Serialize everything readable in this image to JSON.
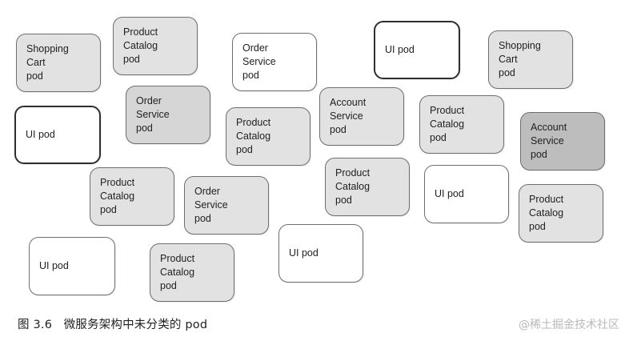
{
  "diagram": {
    "pods": [
      {
        "label": "Shopping\nCart\npod",
        "shade": "light"
      },
      {
        "label": "Product\nCatalog\npod",
        "shade": "light"
      },
      {
        "label": "Order\nService\npod",
        "shade": "white"
      },
      {
        "label": "UI pod",
        "shade": "white"
      },
      {
        "label": "Shopping\nCart\npod",
        "shade": "light"
      },
      {
        "label": "UI pod",
        "shade": "white"
      },
      {
        "label": "Order\nService\npod",
        "shade": "mid"
      },
      {
        "label": "Product\nCatalog\npod",
        "shade": "light"
      },
      {
        "label": "Account\nService\npod",
        "shade": "light"
      },
      {
        "label": "Product\nCatalog\npod",
        "shade": "light"
      },
      {
        "label": "Account\nService\npod",
        "shade": "dark"
      },
      {
        "label": "Product\nCatalog\npod",
        "shade": "light"
      },
      {
        "label": "Order\nService\npod",
        "shade": "light"
      },
      {
        "label": "Product\nCatalog\npod",
        "shade": "light"
      },
      {
        "label": "UI pod",
        "shade": "white"
      },
      {
        "label": "Product\nCatalog\npod",
        "shade": "light"
      },
      {
        "label": "UI pod",
        "shade": "white"
      },
      {
        "label": "UI pod",
        "shade": "white"
      },
      {
        "label": "Product\nCatalog\npod",
        "shade": "light"
      }
    ],
    "caption": "图 3.6   微服务架构中未分类的 pod",
    "watermark": "@稀土掘金技术社区"
  }
}
